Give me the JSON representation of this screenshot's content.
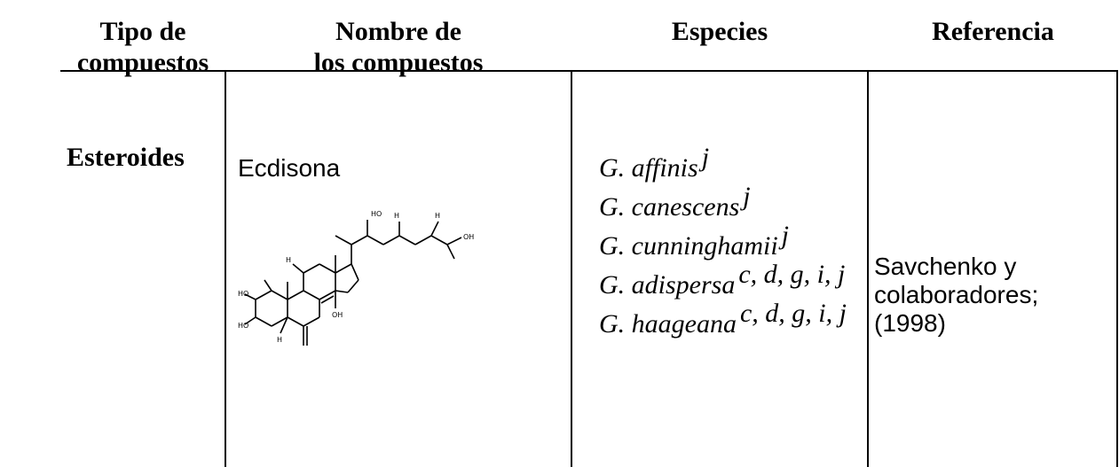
{
  "table": {
    "headers": {
      "tipo_line1": "Tipo de",
      "tipo_line2": "compuestos",
      "nombre_line1": "Nombre de",
      "nombre_line2": "los compuestos",
      "especies": "Especies",
      "referencia": "Referencia"
    },
    "row": {
      "tipo": "Esteroides",
      "nombre": "Ecdisona",
      "structure_labels": {
        "ho_top": "HO",
        "h_side": "H",
        "h_right": "H",
        "oh_right": "OH",
        "h_ring": "H",
        "ho_a": "HO",
        "ho_b": "HO",
        "oh_c": "OH",
        "h_bottom": "H"
      },
      "especies": [
        {
          "name": "G. affinis",
          "sup": "j"
        },
        {
          "name": "G. canescens",
          "sup": "j"
        },
        {
          "name": "G. cunninghamii",
          "sup": "j"
        },
        {
          "name": "G. adispersa",
          "sup": "c, d, g, i, j"
        },
        {
          "name": "G. haageana",
          "sup": "c, d, g, i, j"
        }
      ],
      "referencia_line1": "Savchenko y",
      "referencia_line2": "colaboradores;",
      "referencia_line3": "(1998)"
    }
  }
}
